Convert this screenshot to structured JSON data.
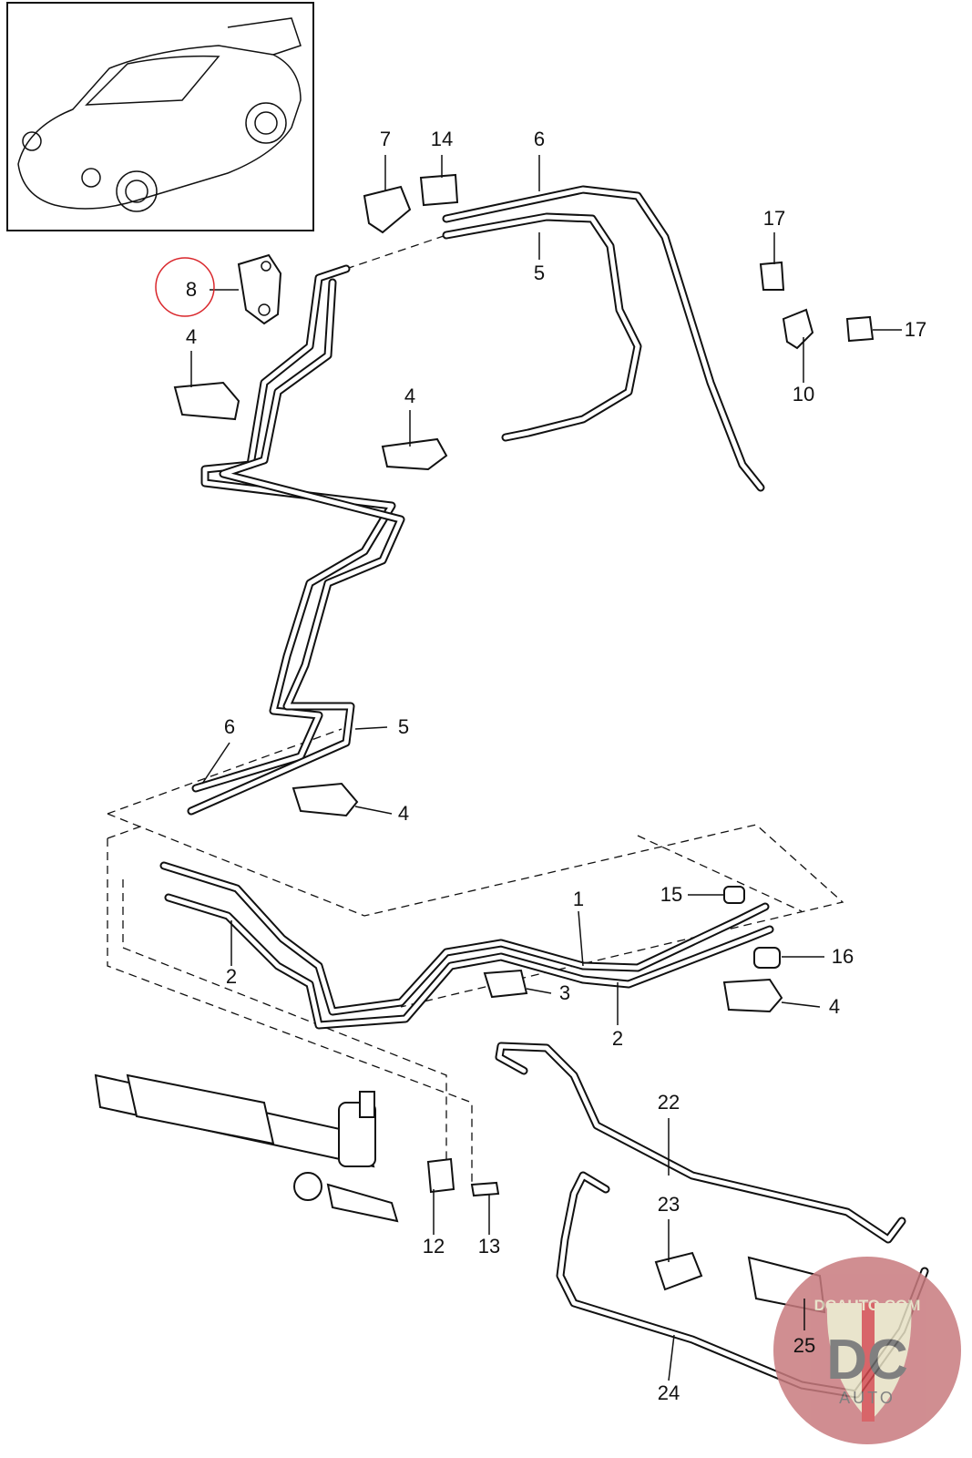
{
  "diagram": {
    "callouts": [
      "7",
      "14",
      "6",
      "5",
      "8",
      "4",
      "17",
      "17",
      "10",
      "4",
      "6",
      "5",
      "4",
      "1",
      "15",
      "16",
      "2",
      "3",
      "2",
      "4",
      "22",
      "23",
      "12",
      "13",
      "24",
      "25"
    ],
    "highlighted_callout": "8",
    "highlight_color": "#d9262b"
  },
  "watermark": {
    "top_text": "DCAUTO.COM",
    "logo_letters": "DC",
    "bottom_text": "AUTO",
    "colors": {
      "circle": "#c87a7e",
      "shield": "#e6e0c4",
      "letters": "#6b6b6b",
      "stripe": "#d24b4f"
    }
  }
}
